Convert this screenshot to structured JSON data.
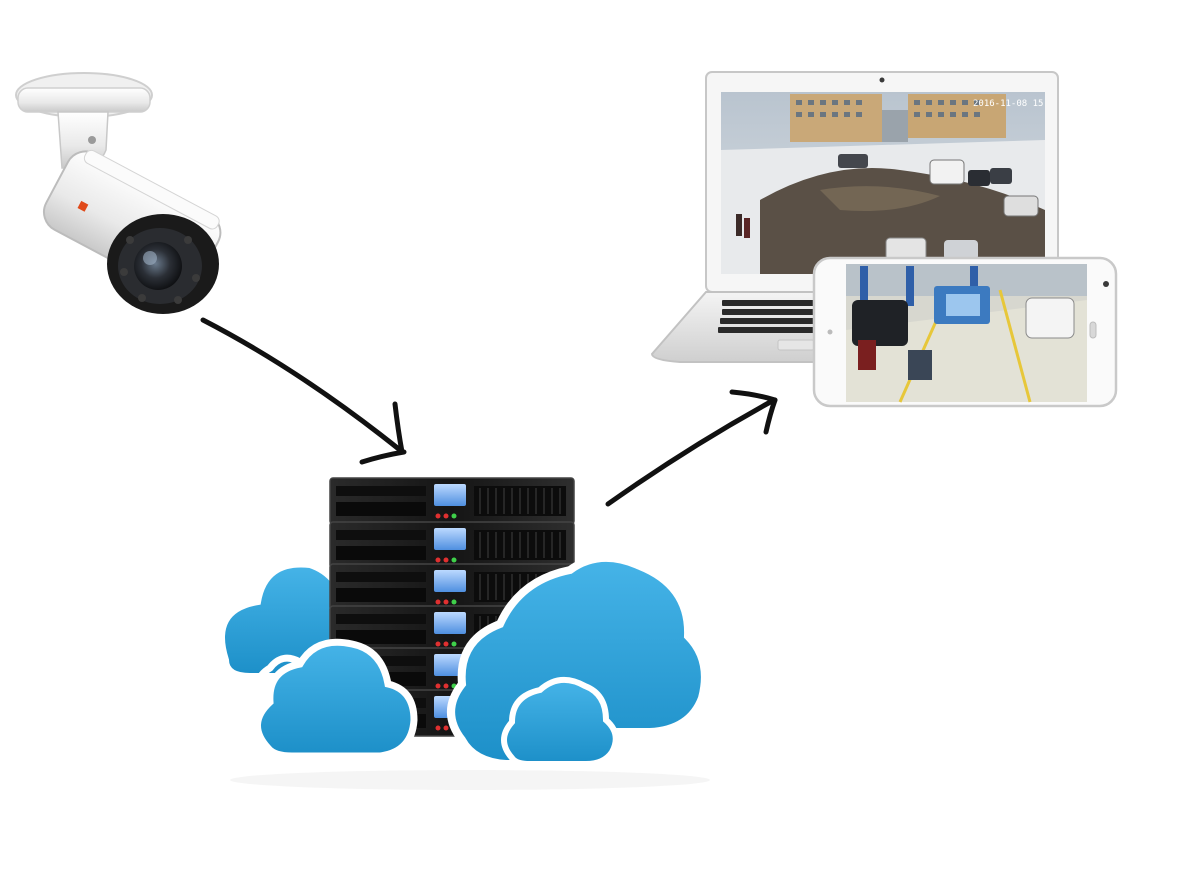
{
  "diagram": {
    "nodes": [
      {
        "id": "camera",
        "icon": "cctv-bullet-camera-icon"
      },
      {
        "id": "cloud-server",
        "icon": "server-rack-cloud-icon"
      },
      {
        "id": "laptop",
        "icon": "laptop-icon"
      },
      {
        "id": "smartphone",
        "icon": "smartphone-icon"
      }
    ],
    "edges": [
      {
        "from": "camera",
        "to": "cloud-server"
      },
      {
        "from": "cloud-server",
        "to": "laptop"
      }
    ],
    "laptop_screen": {
      "timestamp": "2016-11-08 15"
    },
    "colors": {
      "arrow": "#111111",
      "cloud": "#2a9fd6",
      "server_body": "#1e1e1e",
      "server_display": "#7fb8ff",
      "camera_body": "#f2f2f2"
    }
  }
}
